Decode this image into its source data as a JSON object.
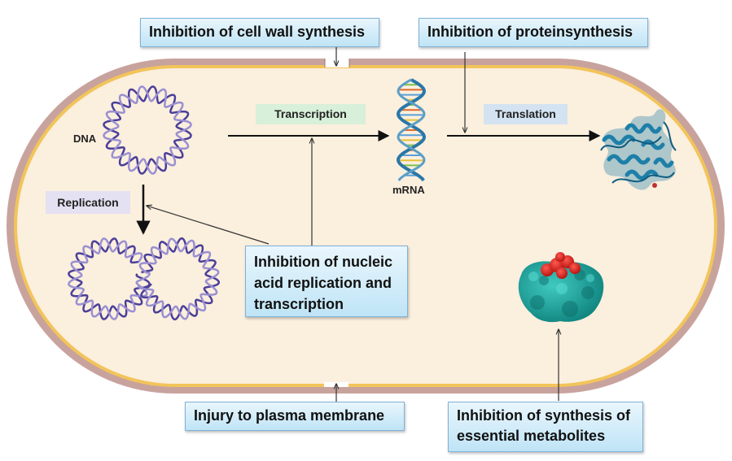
{
  "callouts": {
    "cell_wall": "Inhibition of cell wall synthesis",
    "protein": "Inhibition of proteinsynthesis",
    "nucleic_lines": [
      "Inhibition of nucleic",
      "acid replication and",
      "transcription"
    ],
    "membrane": "Injury to plasma membrane",
    "metabolites_lines": [
      "Inhibition of synthesis of",
      "essential metabolites"
    ]
  },
  "process_labels": {
    "transcription": "Transcription",
    "translation": "Translation",
    "replication": "Replication"
  },
  "molecule_labels": {
    "dna": "DNA",
    "mrna": "mRNA"
  },
  "colors": {
    "cell_wall": "#c8a39d",
    "membrane": "#f2c45a",
    "cytoplasm": "#fbefde",
    "dna": "#4b3f99",
    "protein": "#1e7fa8",
    "enzyme": "#1fa7a0",
    "metabolite": "#e0211d"
  },
  "icons": [
    "dna-double-helix-icon",
    "mrna-strand-icon",
    "protein-ribbon-icon",
    "enzyme-substrate-icon"
  ]
}
